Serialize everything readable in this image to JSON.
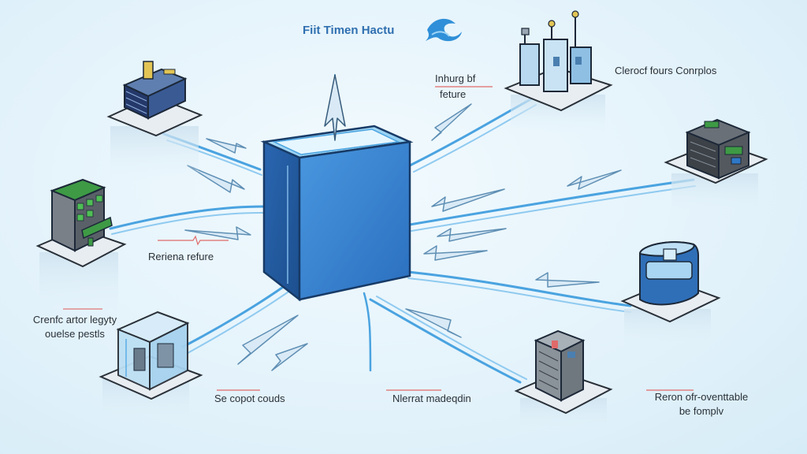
{
  "title": "Fiit Timen Hactu",
  "labels": {
    "center_top": [
      "Inhurg bf",
      "feture"
    ],
    "center_left": "Reriena refure",
    "top_right": "Clerocf fours Conrplos",
    "left_lower": [
      "Crenfc artor legyty",
      "ouelse pestls"
    ],
    "bottom_left": "Se copot couds",
    "bottom_center": "Nlerrat madeqdin",
    "bottom_right": [
      "Reron ofr-oventtable",
      "be fomplv"
    ]
  },
  "colors": {
    "background": "#e4f3fb",
    "accent_blue": "#2f78c6",
    "flow_blue": "#5aaee6",
    "platform": "#e8edf2",
    "ink": "#2a3038",
    "title_blue": "#2f6fb0"
  },
  "icons": [
    "wave-logo-icon",
    "central-cube-icon",
    "office-building-icon",
    "industrial-plant-icon",
    "server-rack-icon",
    "green-roof-building-icon",
    "storage-tank-icon",
    "glass-vault-icon",
    "tower-block-icon"
  ]
}
